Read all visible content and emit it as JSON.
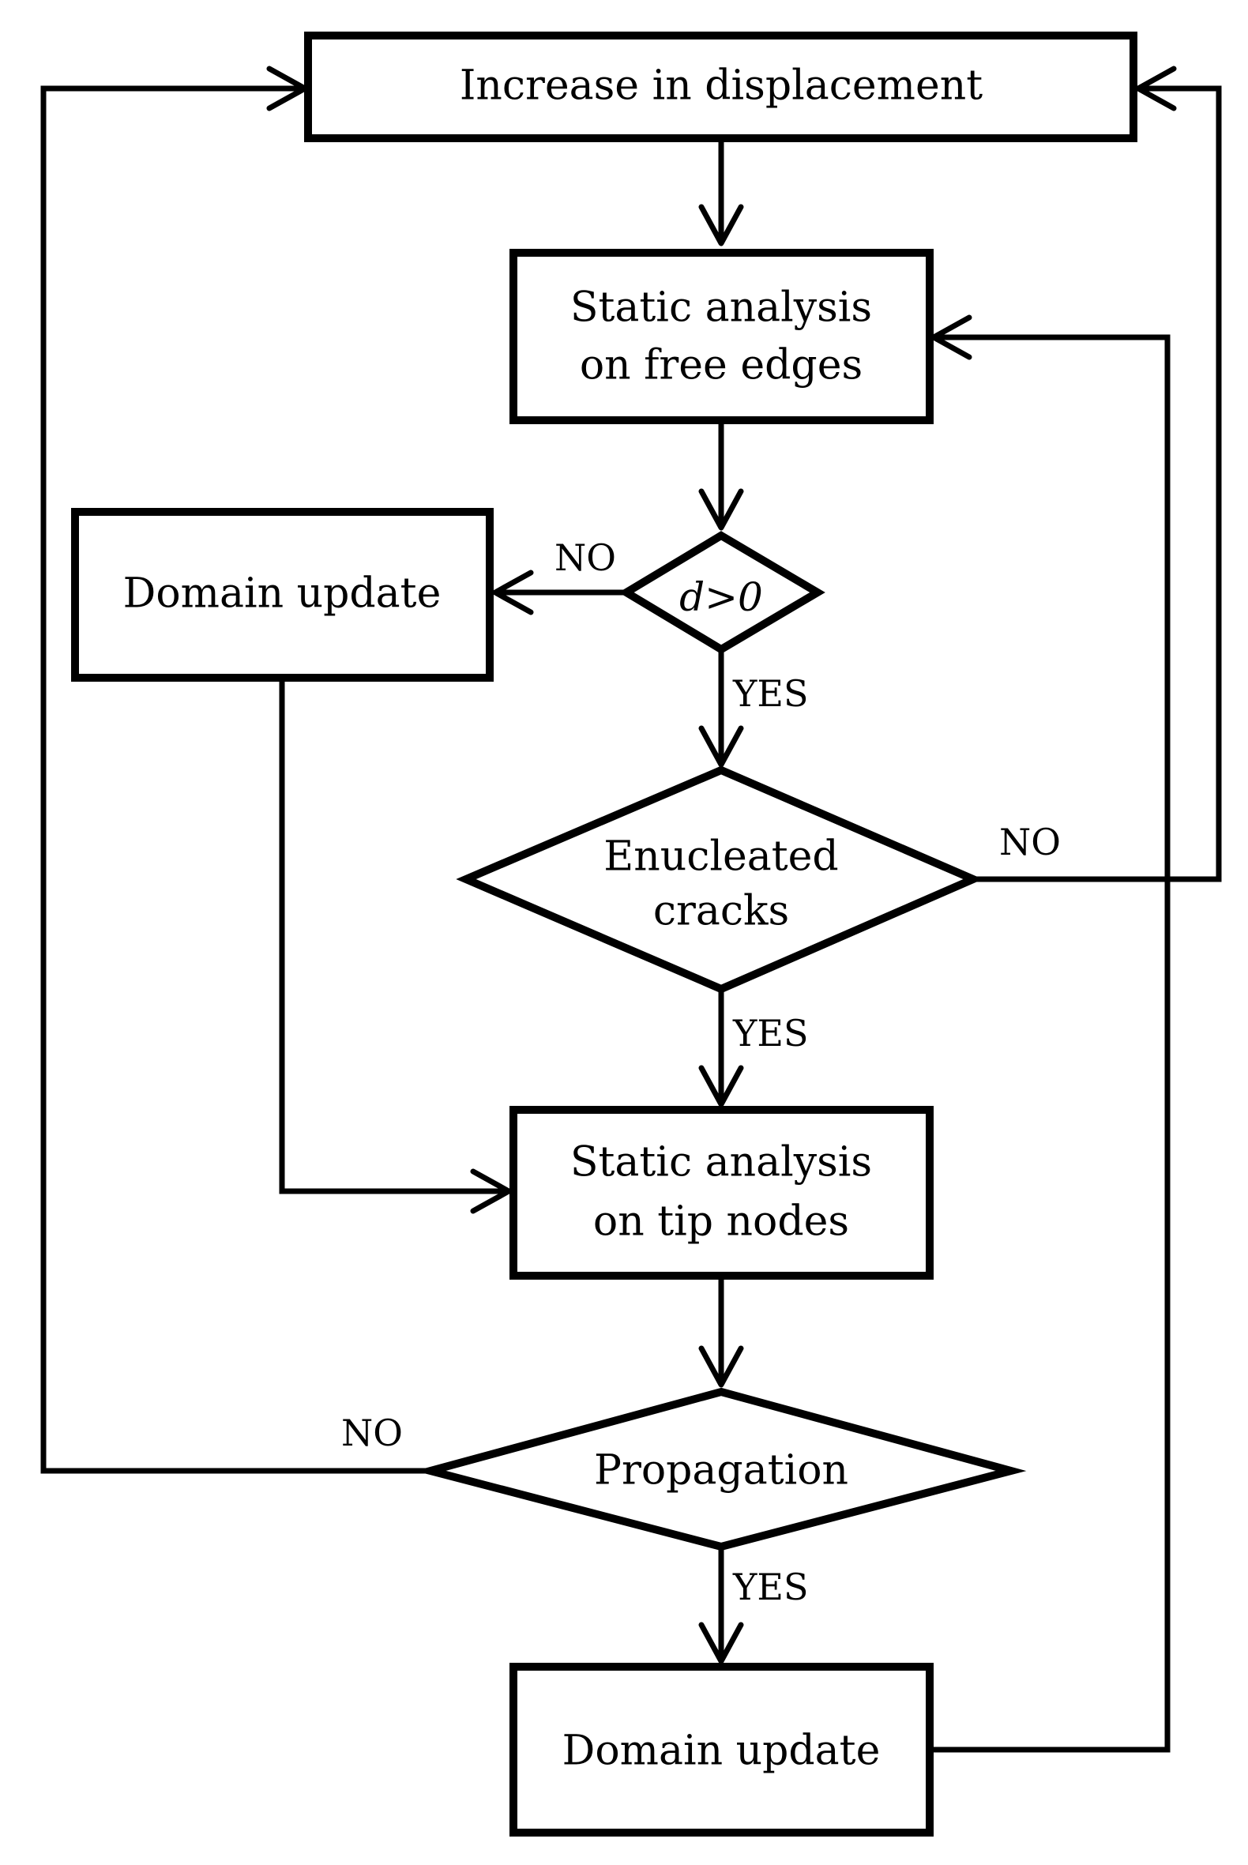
{
  "nodes": {
    "increase_displacement": "Increase in displacement",
    "static_free_edges": [
      "Static analysis",
      "on free edges"
    ],
    "domain_update_left": "Domain update",
    "decision_d": "d>0",
    "decision_enucleated": [
      "Enucleated",
      "cracks"
    ],
    "static_tip_nodes": [
      "Static analysis",
      "on tip nodes"
    ],
    "decision_propagation": "Propagation",
    "domain_update_bottom": "Domain update"
  },
  "edge_labels": {
    "d_no": "NO",
    "d_yes": "YES",
    "enucleated_no": "NO",
    "enucleated_yes": "YES",
    "propagation_no": "NO",
    "propagation_yes": "YES"
  },
  "colors": {
    "stroke": "#000000",
    "background": "#ffffff"
  }
}
